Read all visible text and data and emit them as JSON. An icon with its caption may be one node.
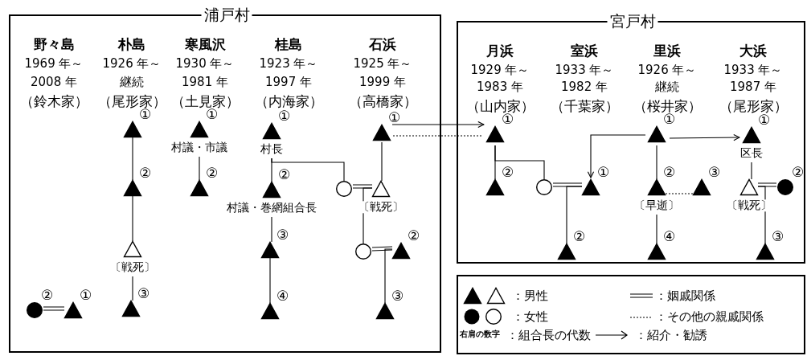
{
  "diagram": {
    "nodes": [
      {
        "text": [
          "浦戸村"
        ]
      },
      {
        "text": [],
        "shape": "circle",
        "in": 0,
        "beside": [
          "②"
        ]
      },
      {
        "text": [],
        "shape": "triangle",
        "in": 0,
        "beside": [
          "①"
        ]
      },
      {
        "text": [],
        "shape": "triangle",
        "in": 0,
        "beside": [
          "①"
        ]
      },
      {
        "text": [],
        "shape": "triangle",
        "in": 0,
        "beside": [
          "②"
        ]
      },
      {
        "text": [],
        "shape": "open-triangle",
        "in": 0,
        "beside": [
          "〔戦死〕"
        ]
      },
      {
        "text": [],
        "shape": "triangle",
        "in": 0,
        "beside": [
          "③"
        ]
      },
      {
        "text": [],
        "shape": "triangle",
        "in": 0,
        "beside": [
          "①",
          "村議・市議"
        ]
      },
      {
        "text": [],
        "shape": "triangle",
        "in": 0,
        "beside": [
          "②"
        ]
      },
      {
        "text": [],
        "shape": "triangle",
        "in": 0,
        "beside": [
          "①",
          "村長"
        ]
      },
      {
        "text": [],
        "shape": "triangle",
        "in": 0,
        "beside": [
          "②",
          "村議・巻網組合長"
        ]
      },
      {
        "text": [],
        "shape": "triangle",
        "in": 0,
        "beside": [
          "③"
        ]
      },
      {
        "text": [],
        "shape": "triangle",
        "in": 0,
        "beside": [
          "④"
        ]
      },
      {
        "text": [],
        "shape": "triangle",
        "in": 0,
        "beside": [
          "①"
        ]
      },
      {
        "text": [],
        "shape": "open-circle",
        "in": 0
      },
      {
        "text": [],
        "shape": "open-triangle",
        "in": 0,
        "beside": [
          "〔戦死〕"
        ]
      },
      {
        "text": [],
        "shape": "open-circle",
        "in": 0
      },
      {
        "text": [],
        "shape": "triangle",
        "in": 0,
        "beside": [
          "②"
        ]
      },
      {
        "text": [],
        "shape": "triangle",
        "in": 0,
        "beside": [
          "③"
        ]
      },
      {
        "text": [
          "宮戸村"
        ]
      },
      {
        "text": [],
        "shape": "triangle",
        "in": 19,
        "beside": [
          "①"
        ]
      },
      {
        "text": [],
        "shape": "triangle",
        "in": 19,
        "beside": [
          "②"
        ]
      },
      {
        "text": [],
        "shape": "open-circle",
        "in": 19
      },
      {
        "text": [],
        "shape": "triangle",
        "in": 19,
        "beside": [
          "①"
        ]
      },
      {
        "text": [],
        "shape": "triangle",
        "in": 19,
        "beside": [
          "②"
        ]
      },
      {
        "text": [],
        "shape": "triangle",
        "in": 19,
        "beside": [
          "①"
        ]
      },
      {
        "text": [],
        "shape": "triangle",
        "in": 19,
        "beside": [
          "②",
          "〔早逝〕"
        ]
      },
      {
        "text": [],
        "shape": "triangle",
        "in": 19,
        "beside": [
          "③"
        ]
      },
      {
        "text": [],
        "shape": "triangle",
        "in": 19,
        "beside": [
          "④"
        ]
      },
      {
        "text": [],
        "shape": "triangle",
        "in": 19,
        "beside": [
          "①",
          "区長"
        ]
      },
      {
        "text": [],
        "shape": "open-triangle",
        "in": 19,
        "beside": [
          "〔戦死〕"
        ]
      },
      {
        "text": [],
        "shape": "circle",
        "in": 19,
        "beside": [
          "②"
        ]
      },
      {
        "text": [],
        "shape": "triangle",
        "in": 19,
        "beside": [
          "③"
        ]
      }
    ],
    "edges": [
      {
        "from": 1,
        "to": 2,
        "arrow": "none"
      },
      {
        "from": 3,
        "to": 4,
        "arrow": "none"
      },
      {
        "from": 4,
        "to": 5,
        "arrow": "none"
      },
      {
        "from": 5,
        "to": 6,
        "arrow": "none"
      },
      {
        "from": 7,
        "to": 8,
        "arrow": "none"
      },
      {
        "from": 9,
        "to": 10,
        "arrow": "none"
      },
      {
        "from": 10,
        "to": 11,
        "arrow": "none"
      },
      {
        "from": 11,
        "to": 12,
        "arrow": "none"
      },
      {
        "from": 9,
        "to": 14,
        "arrow": "none"
      },
      {
        "from": 14,
        "to": 15,
        "arrow": "none"
      },
      {
        "from": 13,
        "to": 15,
        "arrow": "none"
      },
      {
        "from": 15,
        "to": 16,
        "arrow": "none"
      },
      {
        "from": 16,
        "to": 17,
        "arrow": "none"
      },
      {
        "from": 17,
        "to": 18,
        "arrow": "none"
      },
      {
        "from": 13,
        "to": 20,
        "arrow": "to"
      },
      {
        "from": 13,
        "to": 20,
        "arrow": "none",
        "style": "dashed"
      },
      {
        "from": 20,
        "to": 21,
        "arrow": "none"
      },
      {
        "from": 20,
        "to": 22,
        "arrow": "none"
      },
      {
        "from": 22,
        "to": 23,
        "arrow": "none"
      },
      {
        "from": 23,
        "to": 24,
        "arrow": "none"
      },
      {
        "from": 25,
        "to": 23,
        "arrow": "to"
      },
      {
        "from": 25,
        "to": 29,
        "arrow": "to"
      },
      {
        "from": 25,
        "to": 26,
        "arrow": "none"
      },
      {
        "from": 26,
        "to": 27,
        "arrow": "none",
        "style": "dashed"
      },
      {
        "from": 26,
        "to": 28,
        "arrow": "none"
      },
      {
        "from": 29,
        "to": 30,
        "arrow": "none"
      },
      {
        "from": 30,
        "to": 31,
        "arrow": "none"
      },
      {
        "from": 30,
        "to": 32,
        "arrow": "none"
      }
    ],
    "labels": [
      "野々島",
      "1969 年～",
      "2008 年",
      "（鈴木家）",
      "朴島",
      "1926 年～",
      "継続",
      "（尾形家）",
      "寒風沢",
      "1930 年～",
      "1981 年",
      "（土見家）",
      "桂島",
      "1923 年～",
      "1997 年",
      "（内海家）",
      "石浜",
      "1925 年～",
      "1999 年",
      "（高橋家）",
      "月浜",
      "1929 年～",
      "1983 年",
      "（山内家）",
      "室浜",
      "1933 年～",
      "1982 年",
      "（千葉家）",
      "里浜",
      "1926 年～",
      "継続",
      "（桜井家）",
      "大浜",
      "1933 年～",
      "1987 年",
      "（尾形家）",
      "右肩の数字"
    ],
    "legend": [
      {
        "text": "：男性"
      },
      {
        "text": "：姻戚関係"
      },
      {
        "text": "：女性"
      },
      {
        "text": "：その他の親戚関係"
      },
      {
        "text": "：組合長の代数"
      },
      {
        "text": "：紹介・勧誘"
      }
    ]
  }
}
